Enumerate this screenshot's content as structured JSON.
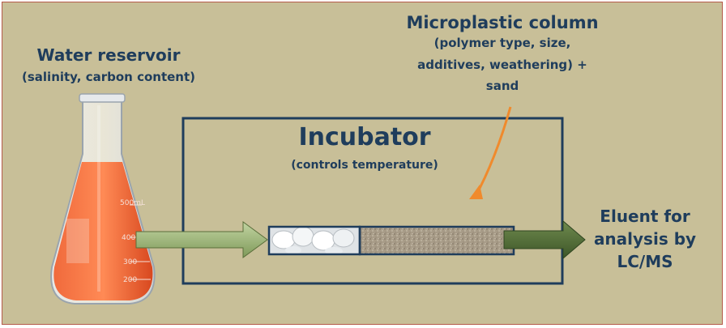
{
  "reservoir": {
    "title": "Water reservoir",
    "subtitle": "(salinity, carbon content)",
    "flask_marks": [
      "500mL",
      "400",
      "300",
      "200"
    ]
  },
  "column": {
    "title": "Microplastic column",
    "lines": [
      "(polymer type, size,",
      "additives, weathering) +",
      "sand"
    ]
  },
  "incubator": {
    "title": "Incubator",
    "subtitle": "(controls temperature)"
  },
  "eluent": {
    "lines": [
      "Eluent for",
      "analysis by",
      "LC/MS"
    ]
  },
  "colors": {
    "background": "#c8bf98",
    "text": "#1f3d5c",
    "box_border": "#1f3d5c",
    "liquid": "#e8552c",
    "pointer_arrow": "#f08a2c",
    "inlet_arrow": "#9bb07a",
    "outlet_arrow": "#4f6b35"
  }
}
